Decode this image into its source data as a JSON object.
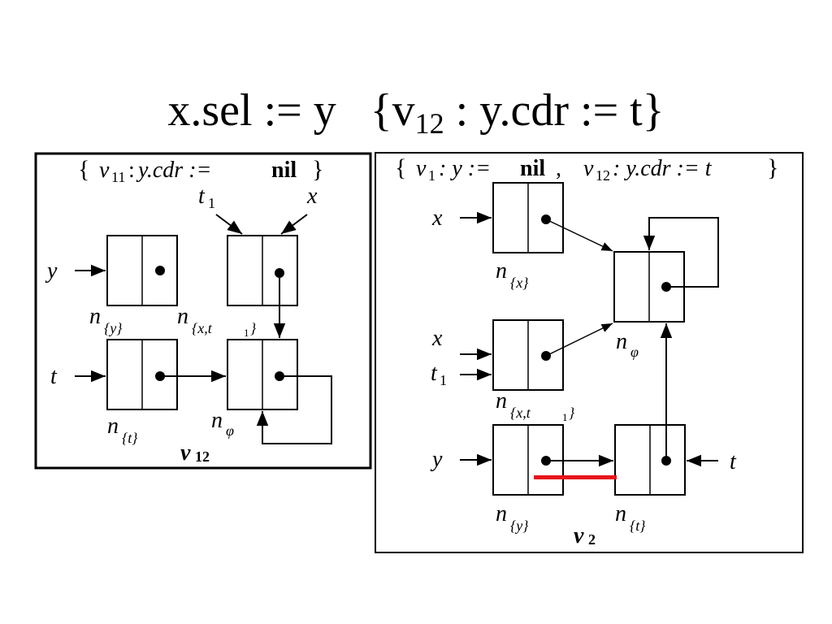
{
  "title": {
    "main": "x.sel := y   {v",
    "sub": "12",
    "rest": " : y.cdr := t}"
  },
  "left_panel": {
    "header_open": "{",
    "header_var": "v",
    "header_var_sub": "11",
    "header_colon": ":",
    "header_expr": "y.cdr :=",
    "header_nil": "nil",
    "header_close": "}",
    "labels": {
      "t1": "t",
      "t1_sub": "1",
      "x": "x",
      "y": "y",
      "t": "t"
    },
    "node_labels": {
      "ny": "n",
      "ny_sub": "{y}",
      "nxt1": "n",
      "nxt1_sub": "{x,t",
      "nxt1_sub2": "1",
      "nxt1_sub3": "}",
      "nt": "n",
      "nt_sub": "{t}",
      "nphi": "n",
      "nphi_sub": "φ"
    },
    "caption_v": "v",
    "caption_sub": "12"
  },
  "right_panel": {
    "header_open": "{",
    "header_v1": "v",
    "header_v1_sub": "1",
    "header_expr1": ": y :=",
    "header_nil": "nil",
    "header_comma": ",",
    "header_v12": "v",
    "header_v12_sub": "12",
    "header_expr2": ": y.cdr := t",
    "header_close": "}",
    "labels": {
      "x_top": "x",
      "x_mid": "x",
      "t1": "t",
      "t1_sub": "1",
      "y": "y",
      "t": "t"
    },
    "node_labels": {
      "nx": "n",
      "nx_sub": "{x}",
      "nphi": "n",
      "nphi_sub": "φ",
      "nxt1": "n",
      "nxt1_sub": "{x,t",
      "nxt1_sub2": "1",
      "nxt1_sub3": "}",
      "ny": "n",
      "ny_sub": "{y}",
      "nt": "n",
      "nt_sub": "{t}"
    },
    "caption_v": "v",
    "caption_sub": "2"
  },
  "colors": {
    "highlight": "#e8141b",
    "stroke": "#000000"
  }
}
